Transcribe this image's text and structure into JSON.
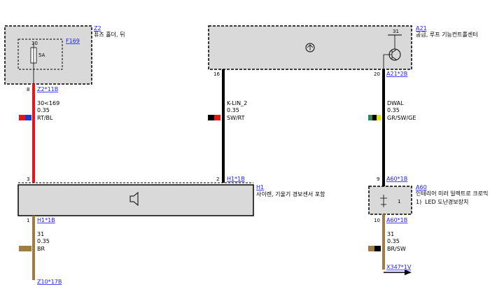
{
  "colors": {
    "box_fill": "#d9d9d9",
    "wire_red": "#e8141b",
    "wire_black": "#000000",
    "wire_brown": "#a07c45",
    "link": "#1a1aff"
  },
  "components": {
    "z2": {
      "id": "Z2",
      "desc": "퓨즈 홀더, 뒤"
    },
    "f169": {
      "id": "F169",
      "pin": "30",
      "rating": "5A"
    },
    "a21": {
      "id": "A21",
      "desc": "공급, 루프 기능컨트롤센터",
      "inner_pin": "31"
    },
    "h1": {
      "id": "H1",
      "desc": "사이렌, 기울기 경보센서 포함"
    },
    "a60": {
      "id": "A60",
      "desc": "인테리어 미러 일렉트로 크로믹 실내 백미러",
      "note_num": "1)",
      "note": "LED 도난경보장치",
      "inner_label": "1"
    }
  },
  "wires": {
    "w_z2": {
      "pin_top": "8",
      "conn_top": "Z2*11B",
      "signal": "30<169",
      "size": "0.35",
      "color": "RT/BL",
      "pin_bottom": "3"
    },
    "w_a21": {
      "pin_top": "16",
      "signal": "K-LIN_2",
      "size": "0.35",
      "color": "SW/RT",
      "pin_bottom": "2",
      "conn_bottom": "H1*1B"
    },
    "w_dwal": {
      "pin_top": "20",
      "conn_top": "A21*2B",
      "signal": "DWAL",
      "size": "0.35",
      "color": "GR/SW/GE",
      "pin_bottom": "9",
      "conn_bottom": "A60*1B"
    },
    "w_h1_gnd": {
      "pin_top": "1",
      "conn_top": "H1*1B",
      "size_num": "31",
      "size": "0.35",
      "color": "BR",
      "conn_end": "Z10*17B"
    },
    "w_a60_gnd": {
      "pin_top": "10",
      "conn_top": "A60*1B",
      "size_num": "31",
      "size": "0.35",
      "color": "BR/SW",
      "conn_end": "X347*1V"
    }
  }
}
